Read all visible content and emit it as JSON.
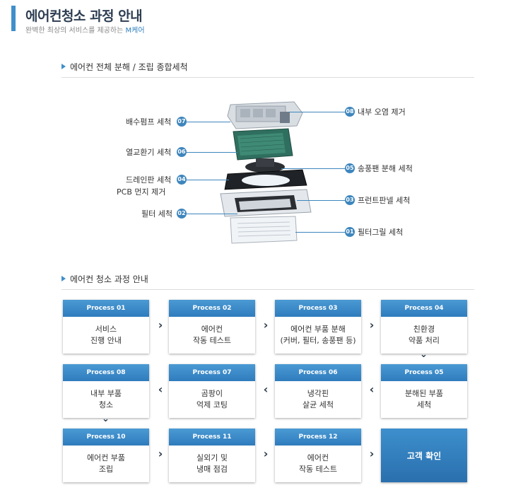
{
  "header": {
    "title": "에어컨청소 과정 안내",
    "subtitle_prefix": "완벽한 최상의 서비스를 제공하는 ",
    "subtitle_brand": "M케어"
  },
  "section1": {
    "title": "에어컨 전체 분해 / 조립 종합세척"
  },
  "section2": {
    "title": "에어컨 청소 과정 안내"
  },
  "diagram": {
    "left_labels": [
      {
        "num": "07",
        "text": "배수펌프 세척"
      },
      {
        "num": "06",
        "text": "열교환기 세척"
      },
      {
        "num": "04",
        "text": "드레인판 세척",
        "text2": "PCB 먼지 제거"
      },
      {
        "num": "02",
        "text": "필터 세척"
      }
    ],
    "right_labels": [
      {
        "num": "08",
        "text": "내부 오염 제거"
      },
      {
        "num": "05",
        "text": "송풍팬 분해 세척"
      },
      {
        "num": "03",
        "text": "프런트판넬 세척"
      },
      {
        "num": "01",
        "text": "필터그릴 세척"
      }
    ]
  },
  "process": [
    {
      "head": "Process 01",
      "body": "서비스\n진행 안내"
    },
    {
      "head": "Process 02",
      "body": "에어컨\n작동 테스트"
    },
    {
      "head": "Process 03",
      "body": "에어컨 부품 분해\n(커버, 필터, 송풍팬 등)"
    },
    {
      "head": "Process 04",
      "body": "친환경\n약품 처리"
    },
    {
      "head": "Process 08",
      "body": "내부 부품\n청소"
    },
    {
      "head": "Process 07",
      "body": "곰팡이\n억제 코팅"
    },
    {
      "head": "Process 06",
      "body": "냉각핀\n살균 세척"
    },
    {
      "head": "Process 05",
      "body": "분해된 부품\n세척"
    },
    {
      "head": "Process 10",
      "body": "에어컨 부품\n조립"
    },
    {
      "head": "Process 11",
      "body": "실외기 및\n냉매 점검"
    },
    {
      "head": "Process 12",
      "body": "에어컨\n작동 테스트"
    }
  ],
  "final_step": "고객 확인",
  "arrows": {
    "right": "›",
    "left": "‹",
    "down": "⌄"
  }
}
